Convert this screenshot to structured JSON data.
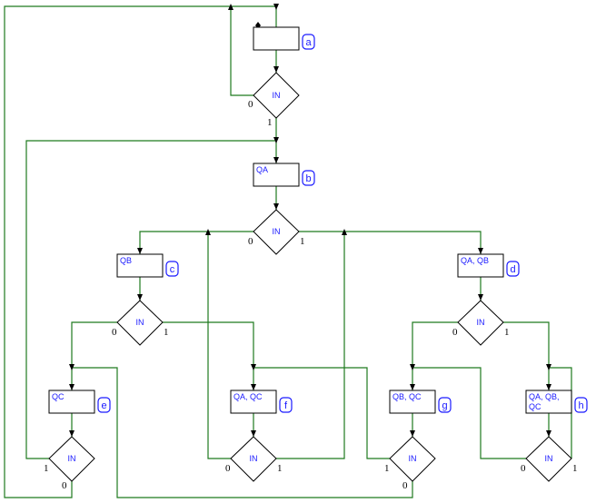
{
  "blocks": [
    {
      "state": "a",
      "outputs": []
    },
    {
      "state": "b",
      "outputs": [
        "QA"
      ]
    },
    {
      "state": "c",
      "outputs": [
        "QB"
      ]
    },
    {
      "state": "d",
      "outputs": [
        "QA, QB"
      ]
    },
    {
      "state": "e",
      "outputs": [
        "QC"
      ]
    },
    {
      "state": "f",
      "outputs": [
        "QA, QC"
      ]
    },
    {
      "state": "g",
      "outputs": [
        "QB, QC"
      ]
    },
    {
      "state": "h",
      "outputs": [
        "QA, QB,",
        "QC"
      ]
    }
  ],
  "decisions": [
    {
      "id": "a",
      "condition": "IN",
      "branch0": "0",
      "branch1": "1"
    },
    {
      "id": "b",
      "condition": "IN",
      "branch0": "0",
      "branch1": "1"
    },
    {
      "id": "c",
      "condition": "IN",
      "branch0": "0",
      "branch1": "1"
    },
    {
      "id": "d",
      "condition": "IN",
      "branch0": "0",
      "branch1": "1"
    },
    {
      "id": "e",
      "condition": "IN",
      "branch0": "0",
      "branch1": "1"
    },
    {
      "id": "f",
      "condition": "IN",
      "branch0": "0",
      "branch1": "1"
    },
    {
      "id": "g",
      "condition": "IN",
      "branch0": "0",
      "branch1": "1"
    },
    {
      "id": "h",
      "condition": "IN",
      "branch0": "0",
      "branch1": "1"
    }
  ]
}
